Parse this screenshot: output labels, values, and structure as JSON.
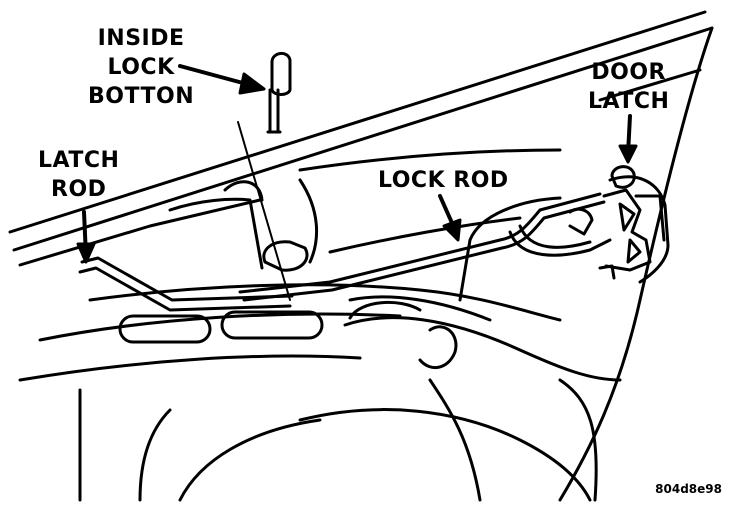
{
  "labels": {
    "inside_lock": [
      "INSIDE",
      "LOCK",
      "BOTTON"
    ],
    "door_latch": [
      "DOOR",
      "LATCH"
    ],
    "latch_rod": [
      "LATCH",
      "ROD"
    ],
    "lock_rod": "LOCK ROD"
  },
  "figure_code": "804d8e98"
}
